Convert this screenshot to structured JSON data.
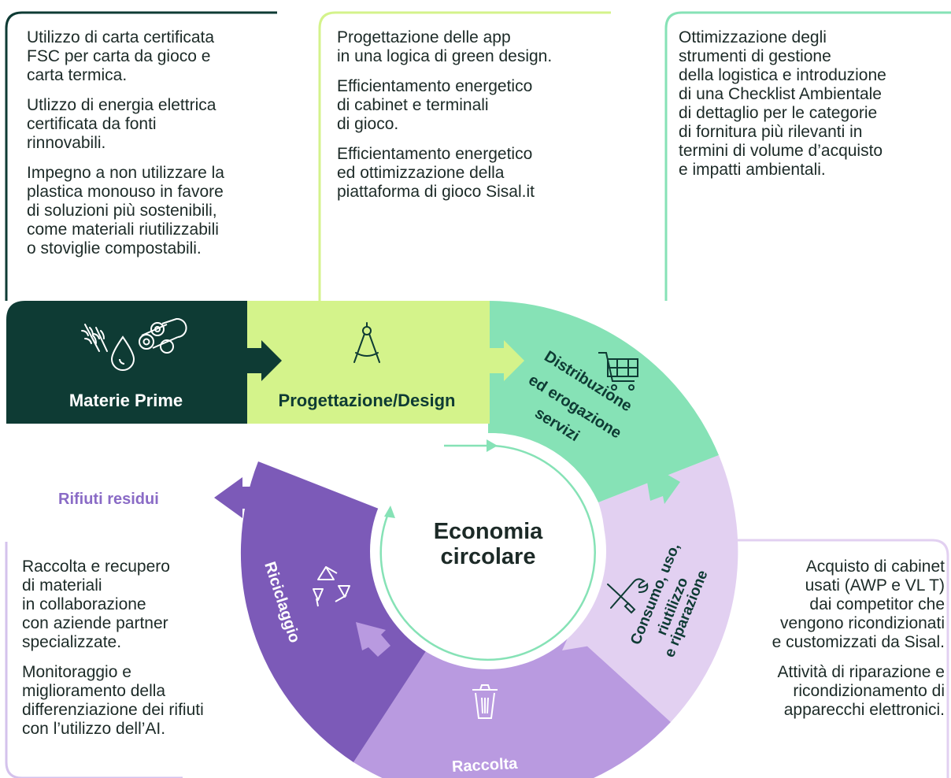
{
  "center": {
    "line1": "Economia",
    "line2": "circolare"
  },
  "stages": {
    "materie": "Materie Prime",
    "progettazione": "Progettazione/Design",
    "distribuzione": [
      "Distribuzione",
      "ed erogazione",
      "servizi"
    ],
    "consumo": [
      "Consumo, uso,",
      "riutilizzo",
      "e riparazione"
    ],
    "raccolta": "Raccolta",
    "riciclaggio": "Riciclaggio",
    "rifiuti": "Rifiuti residui"
  },
  "panels": {
    "materie": [
      "Utilizzo di carta certificata\nFSC per carta da gioco e\ncarta termica.",
      "Utlizzo di energia elettrica\ncertificata da fonti\nrinnovabili.",
      "Impegno a non utilizzare la\nplastica monouso in favore\ndi soluzioni più sostenibili,\ncome materiali riutilizzabili\no stoviglie compostabili."
    ],
    "progettazione": [
      "Progettazione delle app\nin una logica di green design.",
      "Efficientamento energetico\ndi cabinet e terminali\ndi gioco.",
      "Efficientamento energetico\ned ottimizzazione della\npiattaforma di gioco Sisal.it"
    ],
    "distribuzione": [
      "Ottimizzazione degli\nstrumenti di gestione\ndella logistica e introduzione\ndi una Checklist Ambientale\ndi dettaglio per le categorie\ndi fornitura più rilevanti in\ntermini di volume d’acquisto\ne impatti ambientali."
    ],
    "riciclaggio": [
      "Raccolta e recupero\ndi materiali\nin collaborazione\ncon aziende partner\nspecializzate.",
      "Monitoraggio e\nmiglioramento della\ndifferenziazione dei rifiuti\ncon l’utilizzo dell’AI."
    ],
    "consumo": [
      "Acquisto di cabinet\nusati (AWP e VL T)\ndai competitor che\nvengono ricondizionati\ne customizzati da Sisal.",
      "Attività di riparazione e\nricondizionamento di\napparecchi elettronici."
    ]
  },
  "colors": {
    "materie": "#0e3b34",
    "progettazione": "#d4f38b",
    "distribuzione": "#86e2b6",
    "consumo": "#e2d0f1",
    "raccolta": "#b99ae0",
    "riciclaggio": "#7c5ab8",
    "rifiuti_text": "#8a6bc6",
    "text": "#1c2a27"
  },
  "icons": [
    "wheat-icon",
    "water-drop-icon",
    "logs-icon",
    "compass-icon",
    "cart-icon",
    "tools-icon",
    "trash-icon",
    "recycle-icon"
  ]
}
